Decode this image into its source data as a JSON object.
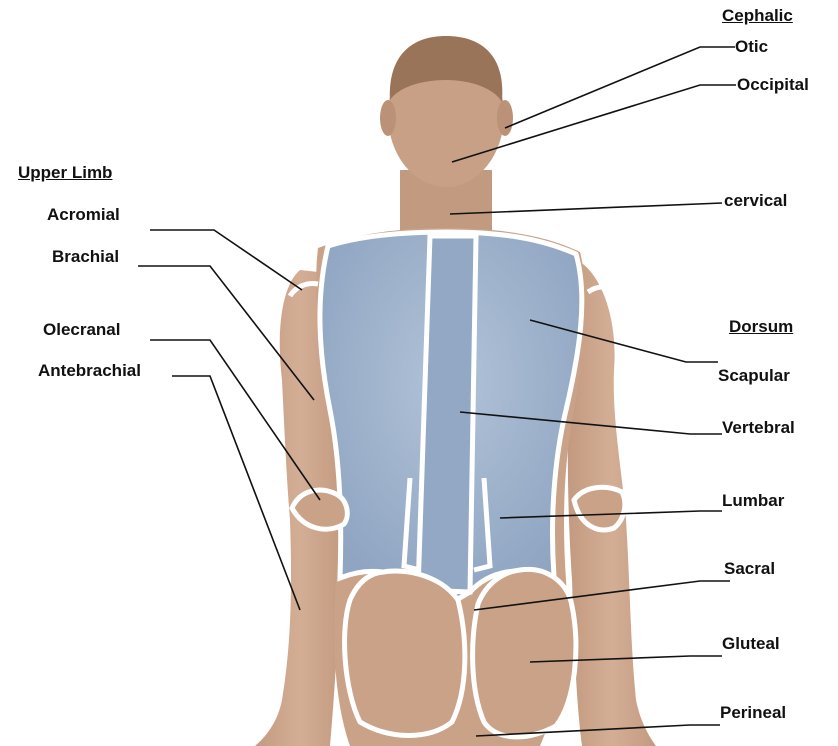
{
  "colors": {
    "skin": "#c9a288",
    "skin_shade": "#b88d72",
    "hair": "#9a7458",
    "dorsum_region": "#9fb3cc",
    "outline": "#ffffff",
    "leader_line": "#111111"
  },
  "headings": {
    "cephalic": "Cephalic",
    "upper_limb": "Upper Limb",
    "dorsum": "Dorsum"
  },
  "labels": {
    "otic": "Otic",
    "occipital": "Occipital",
    "cervical": "cervical",
    "acromial": "Acromial",
    "brachial": "Brachial",
    "olecranal": "Olecranal",
    "antebrachial": "Antebrachial",
    "scapular": "Scapular",
    "vertebral": "Vertebral",
    "lumbar": "Lumbar",
    "sacral": "Sacral",
    "gluteal": "Gluteal",
    "perineal": "Perineal"
  }
}
